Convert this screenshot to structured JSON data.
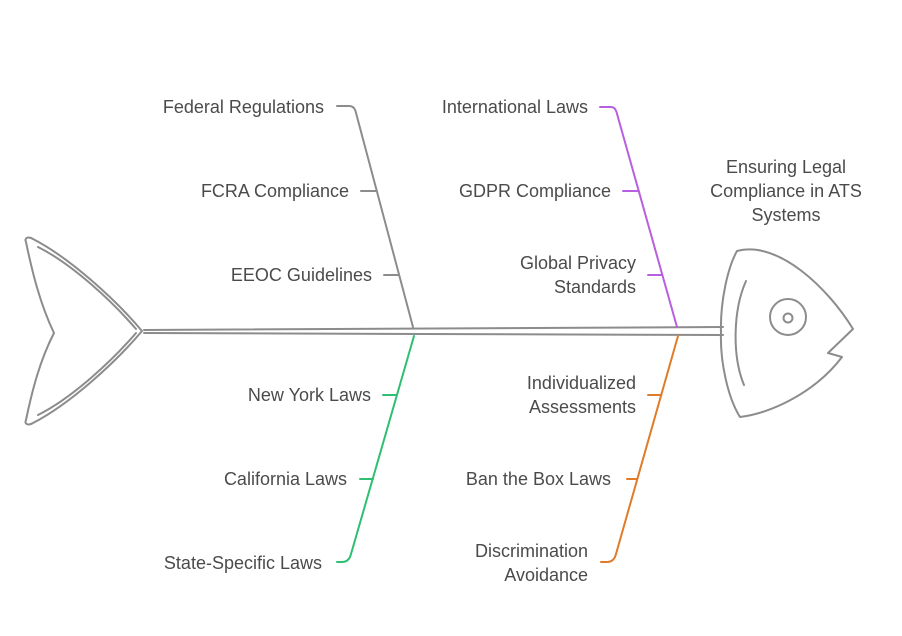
{
  "diagram": {
    "type": "fishbone",
    "head": {
      "lines": [
        "Ensuring Legal",
        "Compliance in ATS",
        "Systems"
      ]
    },
    "branches": [
      {
        "position": "top-left",
        "color": "#8c8c8c",
        "items": [
          {
            "lines": [
              "Federal Regulations"
            ]
          },
          {
            "lines": [
              "FCRA Compliance"
            ]
          },
          {
            "lines": [
              "EEOC Guidelines"
            ]
          }
        ]
      },
      {
        "position": "top-right",
        "color": "#b85fe0",
        "items": [
          {
            "lines": [
              "International Laws"
            ]
          },
          {
            "lines": [
              "GDPR Compliance"
            ]
          },
          {
            "lines": [
              "Global Privacy",
              "Standards"
            ]
          }
        ]
      },
      {
        "position": "bottom-left",
        "color": "#2fbf71",
        "items": [
          {
            "lines": [
              "New York Laws"
            ]
          },
          {
            "lines": [
              "California Laws"
            ]
          },
          {
            "lines": [
              "State-Specific Laws"
            ]
          }
        ]
      },
      {
        "position": "bottom-right",
        "color": "#e07b2a",
        "items": [
          {
            "lines": [
              "Individualized",
              "Assessments"
            ]
          },
          {
            "lines": [
              "Ban the Box Laws"
            ]
          },
          {
            "lines": [
              "Discrimination",
              "Avoidance"
            ]
          }
        ]
      }
    ]
  },
  "colors": {
    "skeleton": "#8c8c8c",
    "gray_branch": "#8c8c8c",
    "purple_branch": "#b85fe0",
    "green_branch": "#2fbf71",
    "orange_branch": "#e07b2a",
    "text": "#4b4b4b",
    "background": "#ffffff"
  }
}
